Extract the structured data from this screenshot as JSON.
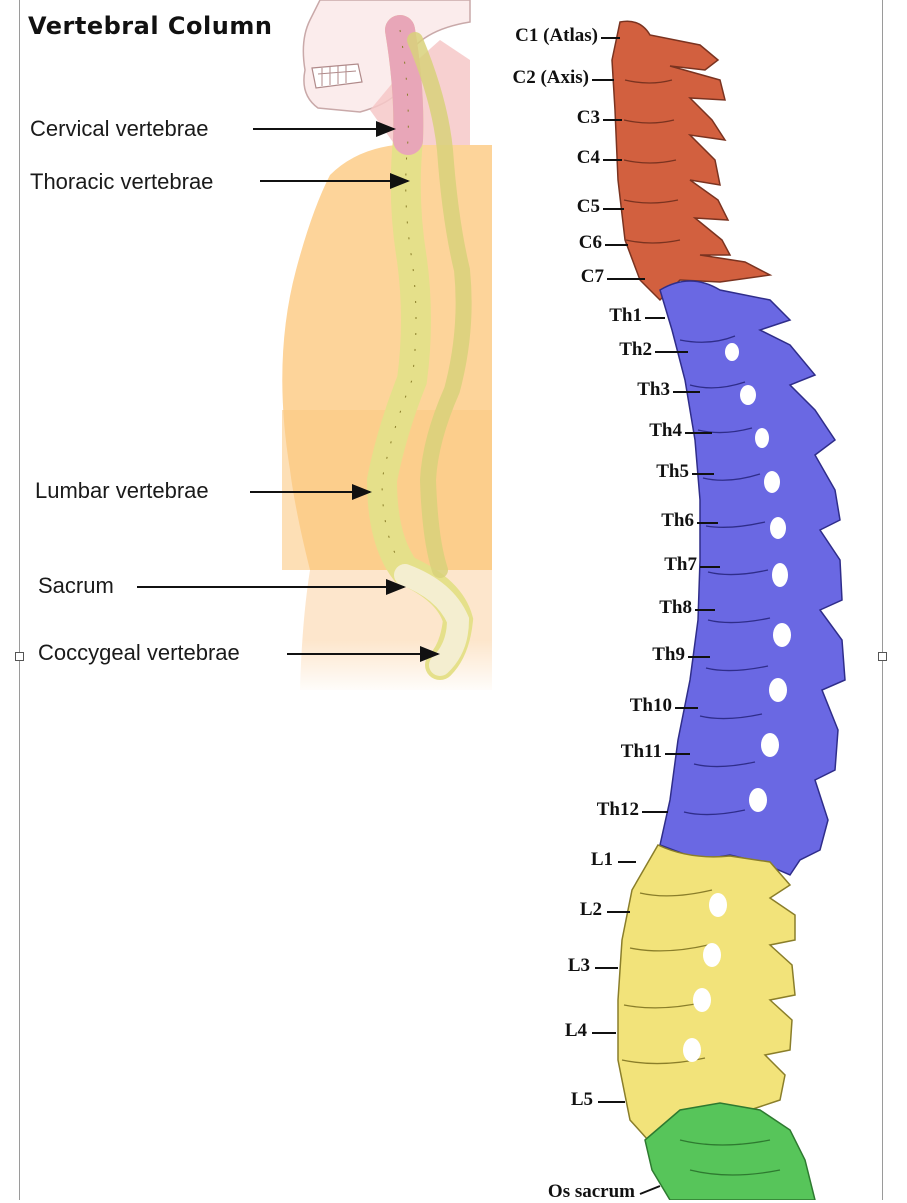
{
  "title": "Vertebral Column",
  "left_labels": [
    "Cervical vertebrae",
    "Thoracic vertebrae",
    "Lumbar vertebrae",
    "Sacrum",
    "Coccygeal vertebrae"
  ],
  "right_labels": [
    "C1 (Atlas)",
    "C2 (Axis)",
    "C3",
    "C4",
    "C5",
    "C6",
    "C7",
    "Th1",
    "Th2",
    "Th3",
    "Th4",
    "Th5",
    "Th6",
    "Th7",
    "Th8",
    "Th9",
    "Th10",
    "Th11",
    "Th12",
    "L1",
    "L2",
    "L3",
    "L4",
    "L5",
    "Os sacrum"
  ],
  "colors": {
    "cervical": "#d2603f",
    "thoracic": "#6a68e3",
    "lumbar": "#f2e37a",
    "sacrum": "#57c55a",
    "body_skin": "#fdd9a0",
    "neck_skin": "#f6c8c8"
  }
}
